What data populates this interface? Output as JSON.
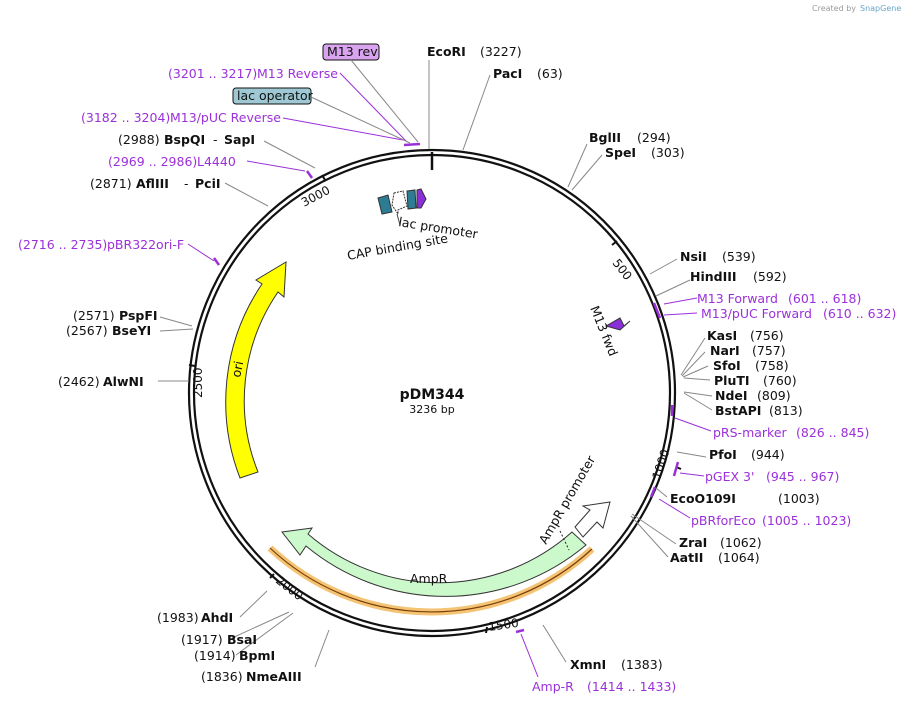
{
  "credit": {
    "prefix": "Created by",
    "brand": "SnapGene"
  },
  "plasmid": {
    "name": "pDM344",
    "length": "3236 bp"
  },
  "colors": {
    "primer": "#9b30d9",
    "ori": "#ffff00",
    "ampr": "#ccf9cc",
    "lac_operator": "#9ec9d4",
    "m13rev": "#d9a3f0"
  },
  "ticks": [
    "500",
    "1000",
    "1500",
    "2000",
    "2500",
    "3000"
  ],
  "sites": [
    {
      "name": "EcoRI",
      "pos": "(3227)"
    },
    {
      "name": "PacI",
      "pos": "(63)"
    },
    {
      "name": "BglII",
      "pos": "(294)"
    },
    {
      "name": "SpeI",
      "pos": "(303)"
    },
    {
      "name": "NsiI",
      "pos": "(539)"
    },
    {
      "name": "HindIII",
      "pos": "(592)"
    },
    {
      "name": "KasI",
      "pos": "(756)"
    },
    {
      "name": "NarI",
      "pos": "(757)"
    },
    {
      "name": "SfoI",
      "pos": "(758)"
    },
    {
      "name": "PluTI",
      "pos": "(760)"
    },
    {
      "name": "NdeI",
      "pos": "(809)"
    },
    {
      "name": "BstAPI",
      "pos": "(813)"
    },
    {
      "name": "PfoI",
      "pos": "(944)"
    },
    {
      "name": "EcoO109I",
      "pos": "(1003)"
    },
    {
      "name": "ZraI",
      "pos": "(1062)"
    },
    {
      "name": "AatII",
      "pos": "(1064)"
    },
    {
      "name": "XmnI",
      "pos": "(1383)"
    },
    {
      "name": "AhdI",
      "pos": "(1983)"
    },
    {
      "name": "BsaI",
      "pos": "(1917)"
    },
    {
      "name": "BpmI",
      "pos": "(1914)"
    },
    {
      "name": "NmeAIII",
      "pos": "(1836)"
    },
    {
      "name": "AlwNI",
      "pos": "(2462)"
    },
    {
      "name": "PspFI",
      "pos": "(2571)"
    },
    {
      "name": "BseYI",
      "pos": "(2567)"
    },
    {
      "name": "AflIII",
      "pos": "(2871)"
    },
    {
      "name": "PciI",
      "pos": ""
    },
    {
      "name": "BspQI",
      "pos": "(2988)"
    },
    {
      "name": "SapI",
      "pos": ""
    }
  ],
  "primers": [
    {
      "name": "M13 Reverse",
      "pos": "(3201 .. 3217)"
    },
    {
      "name": "M13/pUC Reverse",
      "pos": "(3182 .. 3204)"
    },
    {
      "name": "L4440",
      "pos": "(2969 .. 2986)"
    },
    {
      "name": "pBR322ori-F",
      "pos": "(2716 .. 2735)"
    },
    {
      "name": "M13 Forward",
      "pos": "(601 .. 618)"
    },
    {
      "name": "M13/pUC Forward",
      "pos": "(610 .. 632)"
    },
    {
      "name": "pRS-marker",
      "pos": "(826 .. 845)"
    },
    {
      "name": "pGEX 3'",
      "pos": "(945 .. 967)"
    },
    {
      "name": "pBRforEco",
      "pos": "(1005 .. 1023)"
    },
    {
      "name": "Amp-R",
      "pos": "(1414 .. 1433)"
    }
  ],
  "boxed": {
    "m13rev": "M13 rev",
    "lac_operator": "lac operator"
  },
  "features": {
    "lac_promoter": "lac promoter",
    "cap_site": "CAP binding site",
    "m13_fwd": "M13 fwd",
    "ori": "ori",
    "ampr": "AmpR",
    "ampr_promoter": "AmpR promoter"
  },
  "separator": "-"
}
